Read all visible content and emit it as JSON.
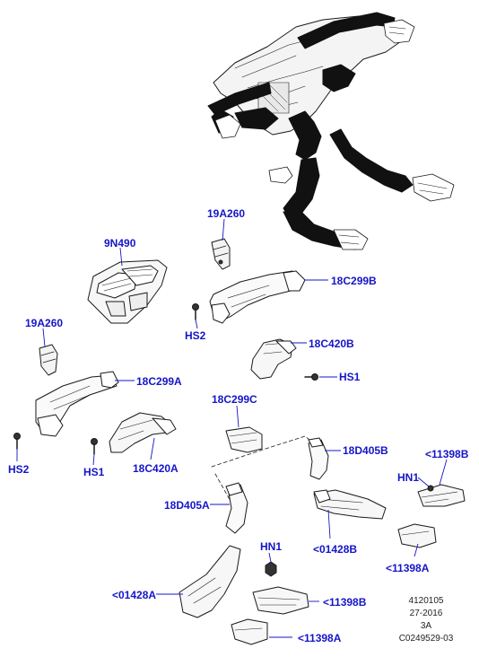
{
  "diagram": {
    "callouts": [
      {
        "id": "c1",
        "text": "19A260"
      },
      {
        "id": "c2",
        "text": "9N490"
      },
      {
        "id": "c3",
        "text": "18C299B"
      },
      {
        "id": "c4",
        "text": "HS2"
      },
      {
        "id": "c5",
        "text": "18C420B"
      },
      {
        "id": "c6",
        "text": "19A260"
      },
      {
        "id": "c7",
        "text": "HS1"
      },
      {
        "id": "c8",
        "text": "18C299A"
      },
      {
        "id": "c9",
        "text": "18C299C"
      },
      {
        "id": "c10",
        "text": "18D405B"
      },
      {
        "id": "c11",
        "text": "<11398B"
      },
      {
        "id": "c12",
        "text": "HS2"
      },
      {
        "id": "c13",
        "text": "HS1"
      },
      {
        "id": "c14",
        "text": "18C420A"
      },
      {
        "id": "c15",
        "text": "HN1"
      },
      {
        "id": "c16",
        "text": "18D405A"
      },
      {
        "id": "c17",
        "text": "<01428B"
      },
      {
        "id": "c18",
        "text": "<11398A"
      },
      {
        "id": "c19",
        "text": "HN1"
      },
      {
        "id": "c20",
        "text": "<01428A"
      },
      {
        "id": "c21",
        "text": "<11398B"
      },
      {
        "id": "c22",
        "text": "<11398A"
      }
    ],
    "reference": {
      "line1": "4120105",
      "line2": "27-2016",
      "line3": "3A",
      "line4": "C0249529-03"
    },
    "colors": {
      "callout": "#1515c8",
      "leader": "#1515c8",
      "part_outline": "#1a1a1a",
      "duct": "#111111"
    }
  }
}
